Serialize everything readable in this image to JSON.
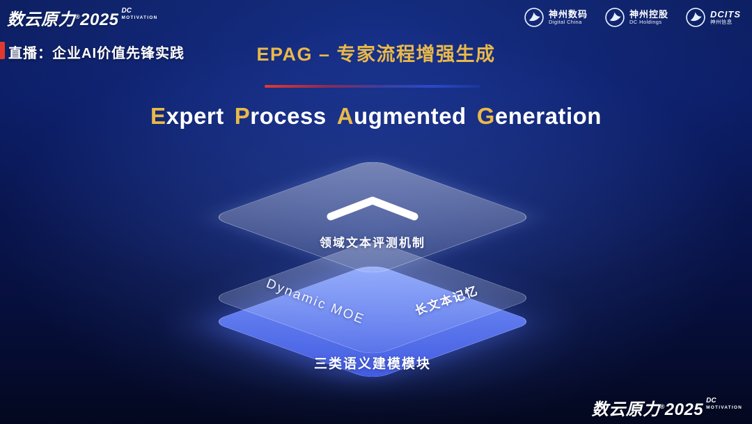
{
  "colors": {
    "gold": "#e9b949",
    "red": "#e03a2e",
    "plate_blue": "#5572f5",
    "background_navy": "#0a1a5f"
  },
  "brand": {
    "name": "数云原力",
    "reg": "®",
    "year": "2025",
    "dc": "DC",
    "motivation": "MOTIVATION"
  },
  "live_label": "直播：企业AI价值先锋实践",
  "partner_logos": [
    {
      "icon": "swoosh-icon",
      "name": "神州数码",
      "sub": "Digital China"
    },
    {
      "icon": "swoosh-icon",
      "name": "神州控股",
      "sub": "DC Holdings"
    },
    {
      "icon": "swoosh-icon",
      "name": "DCITS",
      "sub": "神州信息"
    }
  ],
  "title_zh": "EPAG – 专家流程增强生成",
  "title_en": {
    "parts": [
      {
        "initial": "E",
        "rest": "xpert"
      },
      {
        "initial": "P",
        "rest": "rocess"
      },
      {
        "initial": "A",
        "rest": "ugmented"
      },
      {
        "initial": "G",
        "rest": "eneration"
      }
    ]
  },
  "diagram": {
    "top_layer_label": "领域文本评测机制",
    "middle_left_label": "Dynamic MOE",
    "middle_right_label": "长文本记忆",
    "bottom_layer_label": "三类语义建模模块"
  }
}
